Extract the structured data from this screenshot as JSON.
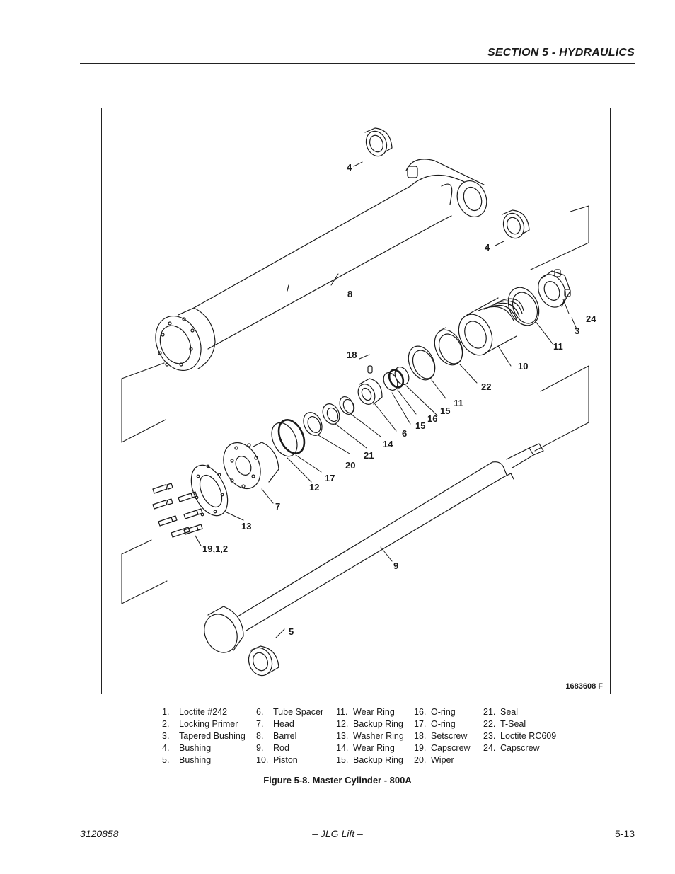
{
  "header": {
    "section_title": "SECTION 5 - HYDRAULICS"
  },
  "figure": {
    "drawing_number": "1683608 F",
    "callouts": {
      "bushing_top": "4",
      "bushing_right": "4",
      "barrel": "8",
      "capscrew_24": "24",
      "tapered_bushing": "3",
      "wear_ring_11_right": "11",
      "piston": "10",
      "setscrew": "18",
      "tseal": "22",
      "wear_ring_11_mid": "11",
      "backup_ring_15_a": "15",
      "oring_16": "16",
      "backup_ring_15_b": "15",
      "tube_spacer": "6",
      "wear_ring_14": "14",
      "seal_21": "21",
      "wiper": "20",
      "oring_17": "17",
      "backup_ring_12": "12",
      "head": "7",
      "washer_ring": "13",
      "capscrews_group": "19,1,2",
      "rod": "9",
      "bushing_bottom": "5"
    }
  },
  "legend": {
    "columns": [
      [
        {
          "num": "1.",
          "label": "Loctite #242"
        },
        {
          "num": "2.",
          "label": "Locking Primer"
        },
        {
          "num": "3.",
          "label": "Tapered Bushing"
        },
        {
          "num": "4.",
          "label": "Bushing"
        },
        {
          "num": "5.",
          "label": "Bushing"
        }
      ],
      [
        {
          "num": "6.",
          "label": "Tube Spacer"
        },
        {
          "num": "7.",
          "label": "Head"
        },
        {
          "num": "8.",
          "label": "Barrel"
        },
        {
          "num": "9.",
          "label": "Rod"
        },
        {
          "num": "10.",
          "label": "Piston"
        }
      ],
      [
        {
          "num": "11.",
          "label": "Wear Ring"
        },
        {
          "num": "12.",
          "label": "Backup Ring"
        },
        {
          "num": "13.",
          "label": "Washer Ring"
        },
        {
          "num": "14.",
          "label": "Wear Ring"
        },
        {
          "num": "15.",
          "label": "Backup Ring"
        }
      ],
      [
        {
          "num": "16.",
          "label": "O-ring"
        },
        {
          "num": "17.",
          "label": "O-ring"
        },
        {
          "num": "18.",
          "label": "Setscrew"
        },
        {
          "num": "19.",
          "label": "Capscrew"
        },
        {
          "num": "20.",
          "label": "Wiper"
        }
      ],
      [
        {
          "num": "21.",
          "label": "Seal"
        },
        {
          "num": "22.",
          "label": "T-Seal"
        },
        {
          "num": "23.",
          "label": "Loctite RC609"
        },
        {
          "num": "24.",
          "label": "Capscrew"
        }
      ]
    ]
  },
  "caption": "Figure 5-8.  Master Cylinder - 800A",
  "footer": {
    "doc_number": "3120858",
    "publisher": "– JLG Lift –",
    "page_number": "5-13"
  }
}
